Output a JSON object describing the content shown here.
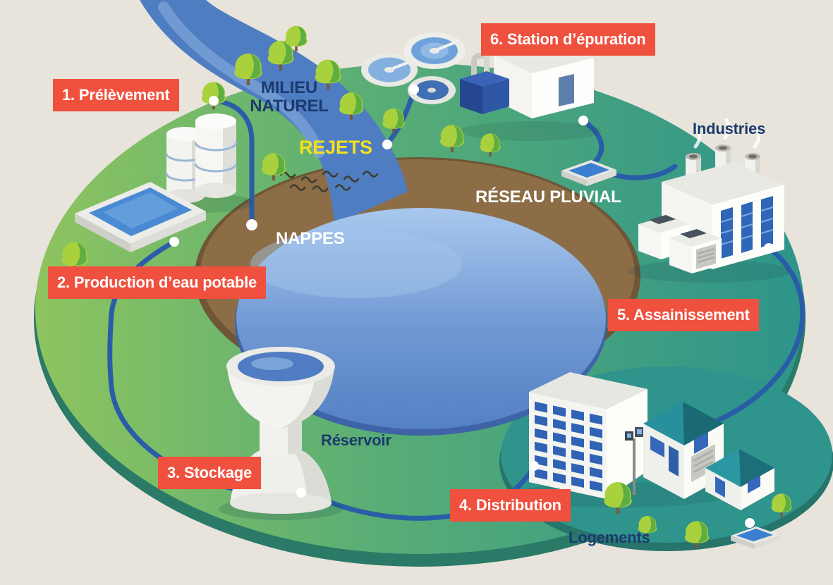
{
  "diagram": {
    "steps": [
      {
        "id": "prelevement",
        "label": "1. Prélèvement"
      },
      {
        "id": "production",
        "label": "2. Production d’eau potable"
      },
      {
        "id": "stockage",
        "label": "3. Stockage"
      },
      {
        "id": "distribution",
        "label": "4. Distribution"
      },
      {
        "id": "assainissement",
        "label": "5. Assainissement"
      },
      {
        "id": "station-epuration",
        "label": "6. Station d’épuration"
      }
    ],
    "annotations": {
      "milieu_naturel": "MILIEU NATUREL",
      "rejets": "REJETS",
      "nappes": "NAPPES",
      "reseau_pluvial": "RÉSEAU PLUVIAL",
      "industries": "Industries",
      "reservoir": "Réservoir",
      "logements": "Logements"
    },
    "colors": {
      "background": "#E8E4DB",
      "step_label_bg": "#F0503E",
      "step_label_text": "#FFFFFF",
      "navy_text": "#1C3A6E",
      "yellow_text": "#F4E11C",
      "white_text": "#FFFFFF",
      "pipe_blue": "#2A5DA8",
      "water_blue": "#5580C4",
      "river_blue": "#4F7DC2",
      "island_green": "#58AD76",
      "island_teal": "#2E948B",
      "earth_brown": "#8C6D46"
    }
  }
}
